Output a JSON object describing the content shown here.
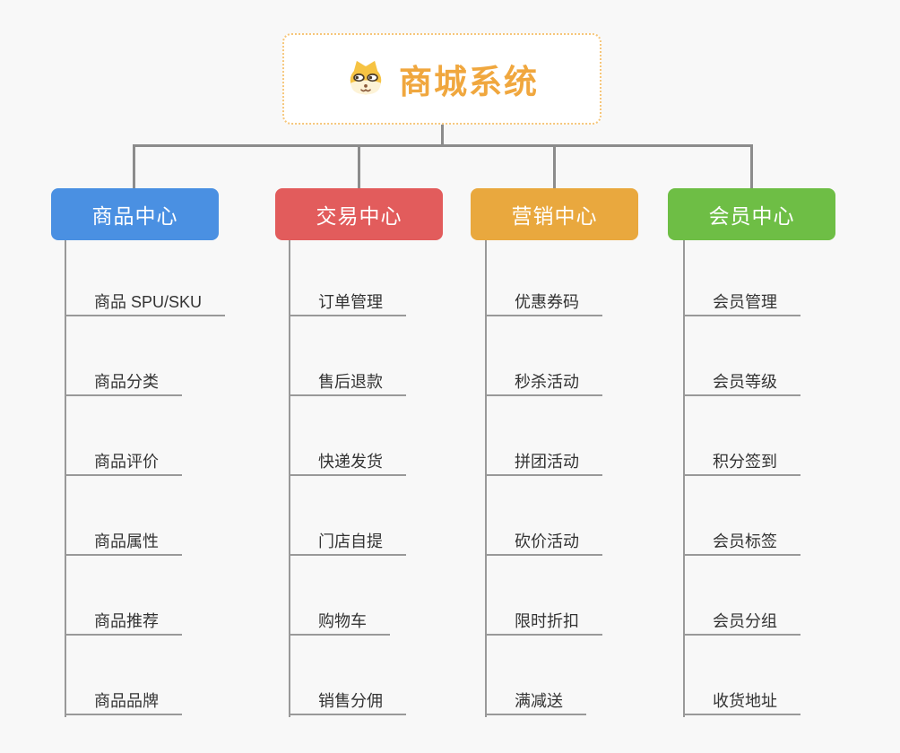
{
  "canvas": {
    "background_color": "#f8f8f8",
    "connector_color": "#8c8c8c",
    "leaf_line_color": "#999999",
    "leaf_text_color": "#333333"
  },
  "root": {
    "label": "商城系统",
    "icon": "dog-face-icon",
    "text_color": "#f0a73e",
    "border_color": "#f6c67a",
    "background_color": "#ffffff"
  },
  "branches": [
    {
      "label": "商品中心",
      "color": "#4a90e2",
      "items": [
        "商品 SPU/SKU",
        "商品分类",
        "商品评价",
        "商品属性",
        "商品推荐",
        "商品品牌"
      ]
    },
    {
      "label": "交易中心",
      "color": "#e25c5c",
      "items": [
        "订单管理",
        "售后退款",
        "快递发货",
        "门店自提",
        "购物车",
        "销售分佣"
      ]
    },
    {
      "label": "营销中心",
      "color": "#e9a83e",
      "items": [
        "优惠券码",
        "秒杀活动",
        "拼团活动",
        "砍价活动",
        "限时折扣",
        "满减送"
      ]
    },
    {
      "label": "会员中心",
      "color": "#6ebe45",
      "items": [
        "会员管理",
        "会员等级",
        "积分签到",
        "会员标签",
        "会员分组",
        "收货地址"
      ]
    }
  ]
}
